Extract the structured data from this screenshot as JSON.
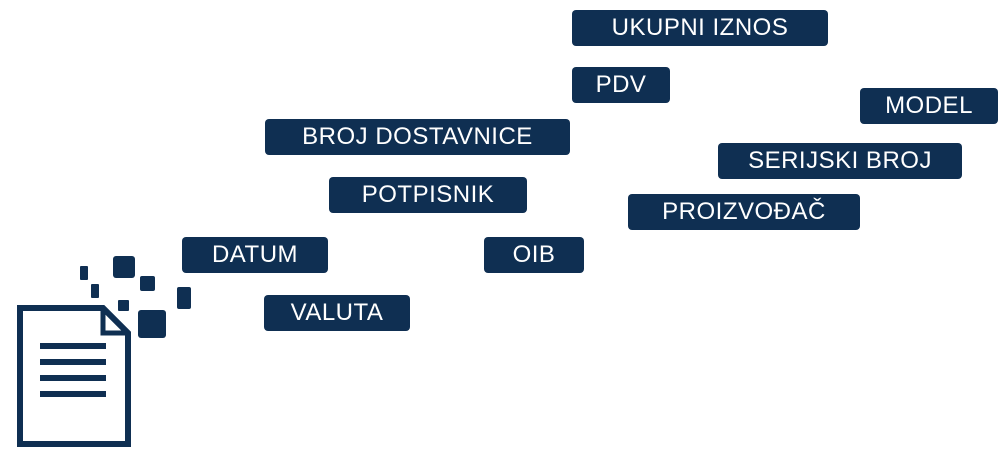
{
  "tags": {
    "ukupni_iznos": "UKUPNI IZNOS",
    "pdv": "PDV",
    "model": "MODEL",
    "broj_dostavnice": "BROJ DOSTAVNICE",
    "serijski_broj": "SERIJSKI BROJ",
    "potpisnik": "POTPISNIK",
    "proizvodac": "PROIZVOĐAČ",
    "datum": "DATUM",
    "oib": "OIB",
    "valuta": "VALUTA"
  },
  "colors": {
    "tag_background": "#0f2f52",
    "tag_text": "#ffffff",
    "document_stroke": "#0f2f52"
  },
  "icons": {
    "document": "document-icon",
    "pixels": "scattered-pixels-icon"
  }
}
